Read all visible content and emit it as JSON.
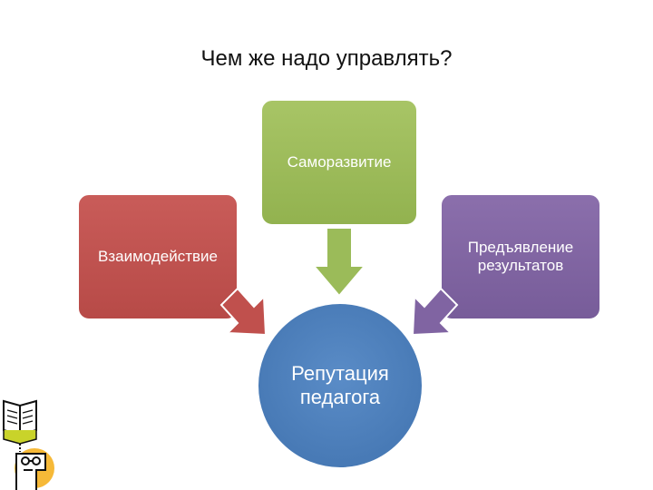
{
  "title": "Чем же надо управлять?",
  "colors": {
    "green": "#9BBB59",
    "green_dark": "#7F9A44",
    "red": "#C0504D",
    "red_dark": "#A03F3C",
    "purple": "#8064A2",
    "purple_dark": "#684F86",
    "blue": "#4F81BD",
    "blue_dark": "#3E6A9E"
  },
  "nodes": {
    "top": {
      "label": "Саморазвитие"
    },
    "left": {
      "label": "Взаимодействие"
    },
    "right": {
      "label_lines": [
        "Предъявление",
        "результатов"
      ]
    },
    "center": {
      "label_lines": [
        "Репутация",
        "педагога"
      ]
    }
  },
  "icons": {
    "book": "book-icon",
    "face": "reader-face-icon"
  }
}
